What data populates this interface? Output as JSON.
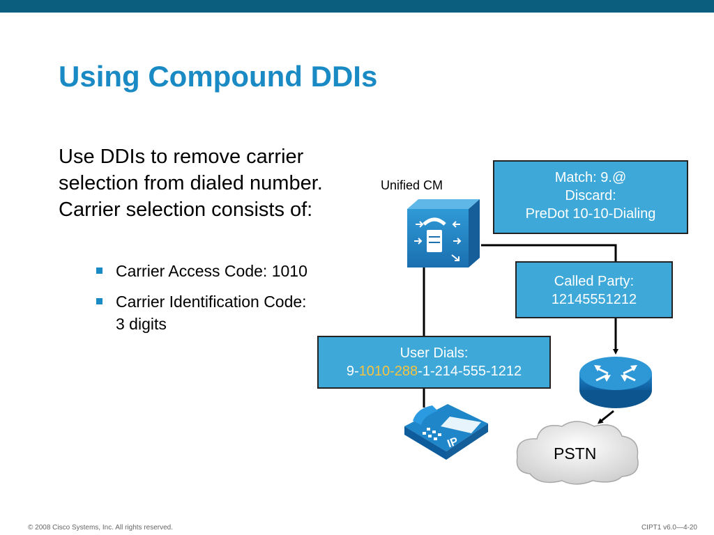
{
  "slide": {
    "title": "Using Compound DDIs"
  },
  "body": {
    "paragraph": "Use DDIs to remove carrier selection from dialed number. Carrier selection consists of:",
    "bullets": [
      "Carrier Access Code: 1010",
      "Carrier Identification Code: 3 digits"
    ]
  },
  "diagram": {
    "unified_cm_label": "Unified CM",
    "match_box": {
      "line1": "Match: 9.@",
      "line2": "Discard:",
      "line3": "PreDot 10-10-Dialing"
    },
    "called_party_box": {
      "line1": "Called Party:",
      "line2": "12145551212"
    },
    "user_dials_box": {
      "line1": "User Dials:",
      "number_prefix": "9-",
      "number_highlight": "1010-288",
      "number_suffix": "-1-214-555-1212"
    },
    "pstn_label": "PSTN",
    "phone_badge": "IP",
    "icons": [
      "call-manager-icon",
      "router-icon",
      "ip-phone-icon",
      "cloud-icon"
    ]
  },
  "footer": {
    "copyright": "© 2008 Cisco Systems, Inc. All rights reserved.",
    "course": "CIPT1 v6.0—4-20"
  },
  "colors": {
    "title": "#1a8ac4",
    "top_bar": "#0b5e7e",
    "box_fill": "#3ea8d8",
    "highlight": "#f7c340"
  }
}
